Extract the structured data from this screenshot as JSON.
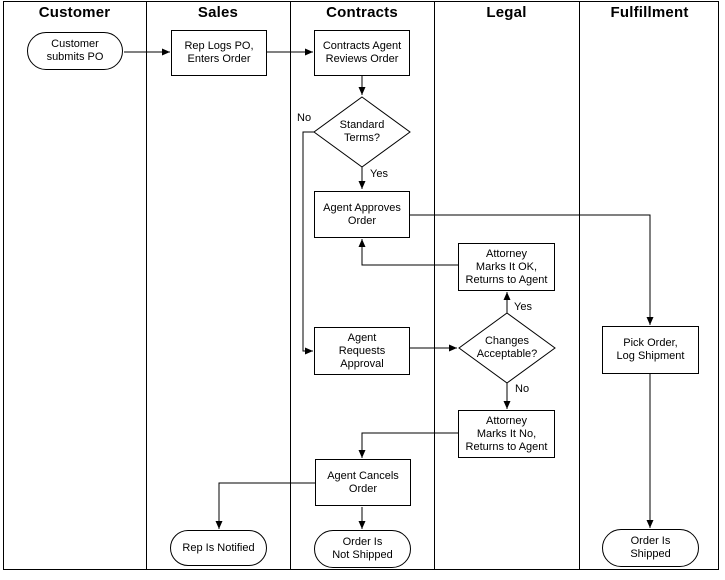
{
  "diagram_type": "swimlane-flowchart",
  "colors": {
    "background": "#ffffff",
    "line": "#000000",
    "node_fill": "#ffffff",
    "text": "#000000"
  },
  "lanes": [
    {
      "label": "Customer"
    },
    {
      "label": "Sales"
    },
    {
      "label": "Contracts"
    },
    {
      "label": "Legal"
    },
    {
      "label": "Fulfillment"
    }
  ],
  "nodes": {
    "customer_submits_po": {
      "label": "Customer\nsubmits PO",
      "shape": "terminator",
      "lane": "Customer"
    },
    "rep_logs_po": {
      "label": "Rep Logs PO,\nEnters Order",
      "shape": "process",
      "lane": "Sales"
    },
    "contracts_agent_reviews": {
      "label": "Contracts Agent\nReviews Order",
      "shape": "process",
      "lane": "Contracts"
    },
    "standard_terms": {
      "label": "Standard\nTerms?",
      "shape": "decision",
      "lane": "Contracts"
    },
    "agent_approves": {
      "label": "Agent Approves\nOrder",
      "shape": "process",
      "lane": "Contracts"
    },
    "attorney_ok": {
      "label": "Attorney\nMarks It OK,\nReturns to Agent",
      "shape": "process",
      "lane": "Legal"
    },
    "agent_requests_approval": {
      "label": "Agent\nRequests\nApproval",
      "shape": "process",
      "lane": "Contracts"
    },
    "changes_acceptable": {
      "label": "Changes\nAcceptable?",
      "shape": "decision",
      "lane": "Legal"
    },
    "pick_order": {
      "label": "Pick Order,\nLog Shipment",
      "shape": "process",
      "lane": "Fulfillment"
    },
    "attorney_no": {
      "label": "Attorney\nMarks It No,\nReturns to Agent",
      "shape": "process",
      "lane": "Legal"
    },
    "agent_cancels": {
      "label": "Agent Cancels\nOrder",
      "shape": "process",
      "lane": "Contracts"
    },
    "rep_is_notified": {
      "label": "Rep Is Notified",
      "shape": "terminator",
      "lane": "Sales"
    },
    "order_not_shipped": {
      "label": "Order Is\nNot Shipped",
      "shape": "terminator",
      "lane": "Contracts"
    },
    "order_shipped": {
      "label": "Order Is\nShipped",
      "shape": "terminator",
      "lane": "Fulfillment"
    }
  },
  "edge_labels": {
    "standard_terms_no": "No",
    "standard_terms_yes": "Yes",
    "changes_yes": "Yes",
    "changes_no": "No"
  },
  "edges": [
    {
      "from": "customer_submits_po",
      "to": "rep_logs_po",
      "label": ""
    },
    {
      "from": "rep_logs_po",
      "to": "contracts_agent_reviews",
      "label": ""
    },
    {
      "from": "contracts_agent_reviews",
      "to": "standard_terms",
      "label": ""
    },
    {
      "from": "standard_terms",
      "to": "agent_approves",
      "label": "Yes"
    },
    {
      "from": "standard_terms",
      "to": "agent_requests_approval",
      "label": "No"
    },
    {
      "from": "agent_requests_approval",
      "to": "changes_acceptable",
      "label": ""
    },
    {
      "from": "changes_acceptable",
      "to": "attorney_ok",
      "label": "Yes"
    },
    {
      "from": "changes_acceptable",
      "to": "attorney_no",
      "label": "No"
    },
    {
      "from": "attorney_ok",
      "to": "agent_approves",
      "label": ""
    },
    {
      "from": "attorney_no",
      "to": "agent_cancels",
      "label": ""
    },
    {
      "from": "agent_approves",
      "to": "pick_order",
      "label": ""
    },
    {
      "from": "pick_order",
      "to": "order_shipped",
      "label": ""
    },
    {
      "from": "agent_cancels",
      "to": "rep_is_notified",
      "label": ""
    },
    {
      "from": "agent_cancels",
      "to": "order_not_shipped",
      "label": ""
    }
  ]
}
